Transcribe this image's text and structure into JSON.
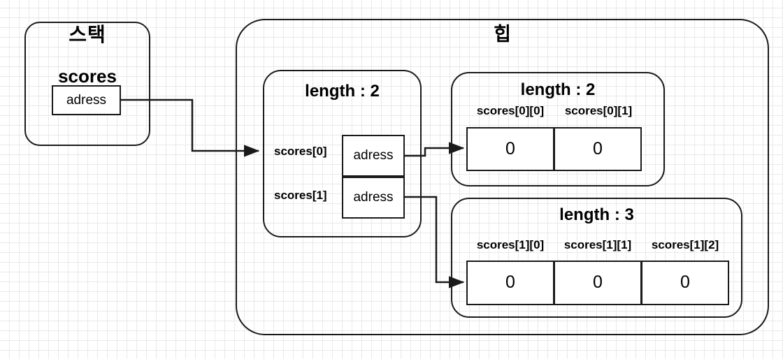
{
  "diagram": {
    "stack": {
      "title": "스택",
      "variable_label": "scores",
      "pointer_value": "adress"
    },
    "heap": {
      "title": "힙",
      "outer_array": {
        "length_label": "length : 2",
        "slots": [
          {
            "index_label": "scores[0]",
            "value": "adress"
          },
          {
            "index_label": "scores[1]",
            "value": "adress"
          }
        ]
      },
      "inner_arrays": [
        {
          "length_label": "length : 2",
          "cells": [
            {
              "index_label": "scores[0][0]",
              "value": "0"
            },
            {
              "index_label": "scores[0][1]",
              "value": "0"
            }
          ]
        },
        {
          "length_label": "length : 3",
          "cells": [
            {
              "index_label": "scores[1][0]",
              "value": "0"
            },
            {
              "index_label": "scores[1][1]",
              "value": "0"
            },
            {
              "index_label": "scores[1][2]",
              "value": "0"
            }
          ]
        }
      ]
    },
    "colors": {
      "stroke": "#1a1a1a",
      "text": "#000000",
      "background": "#ffffff",
      "grid_minor": "#e9e9e9",
      "grid_major": "#d0d0d0"
    }
  }
}
